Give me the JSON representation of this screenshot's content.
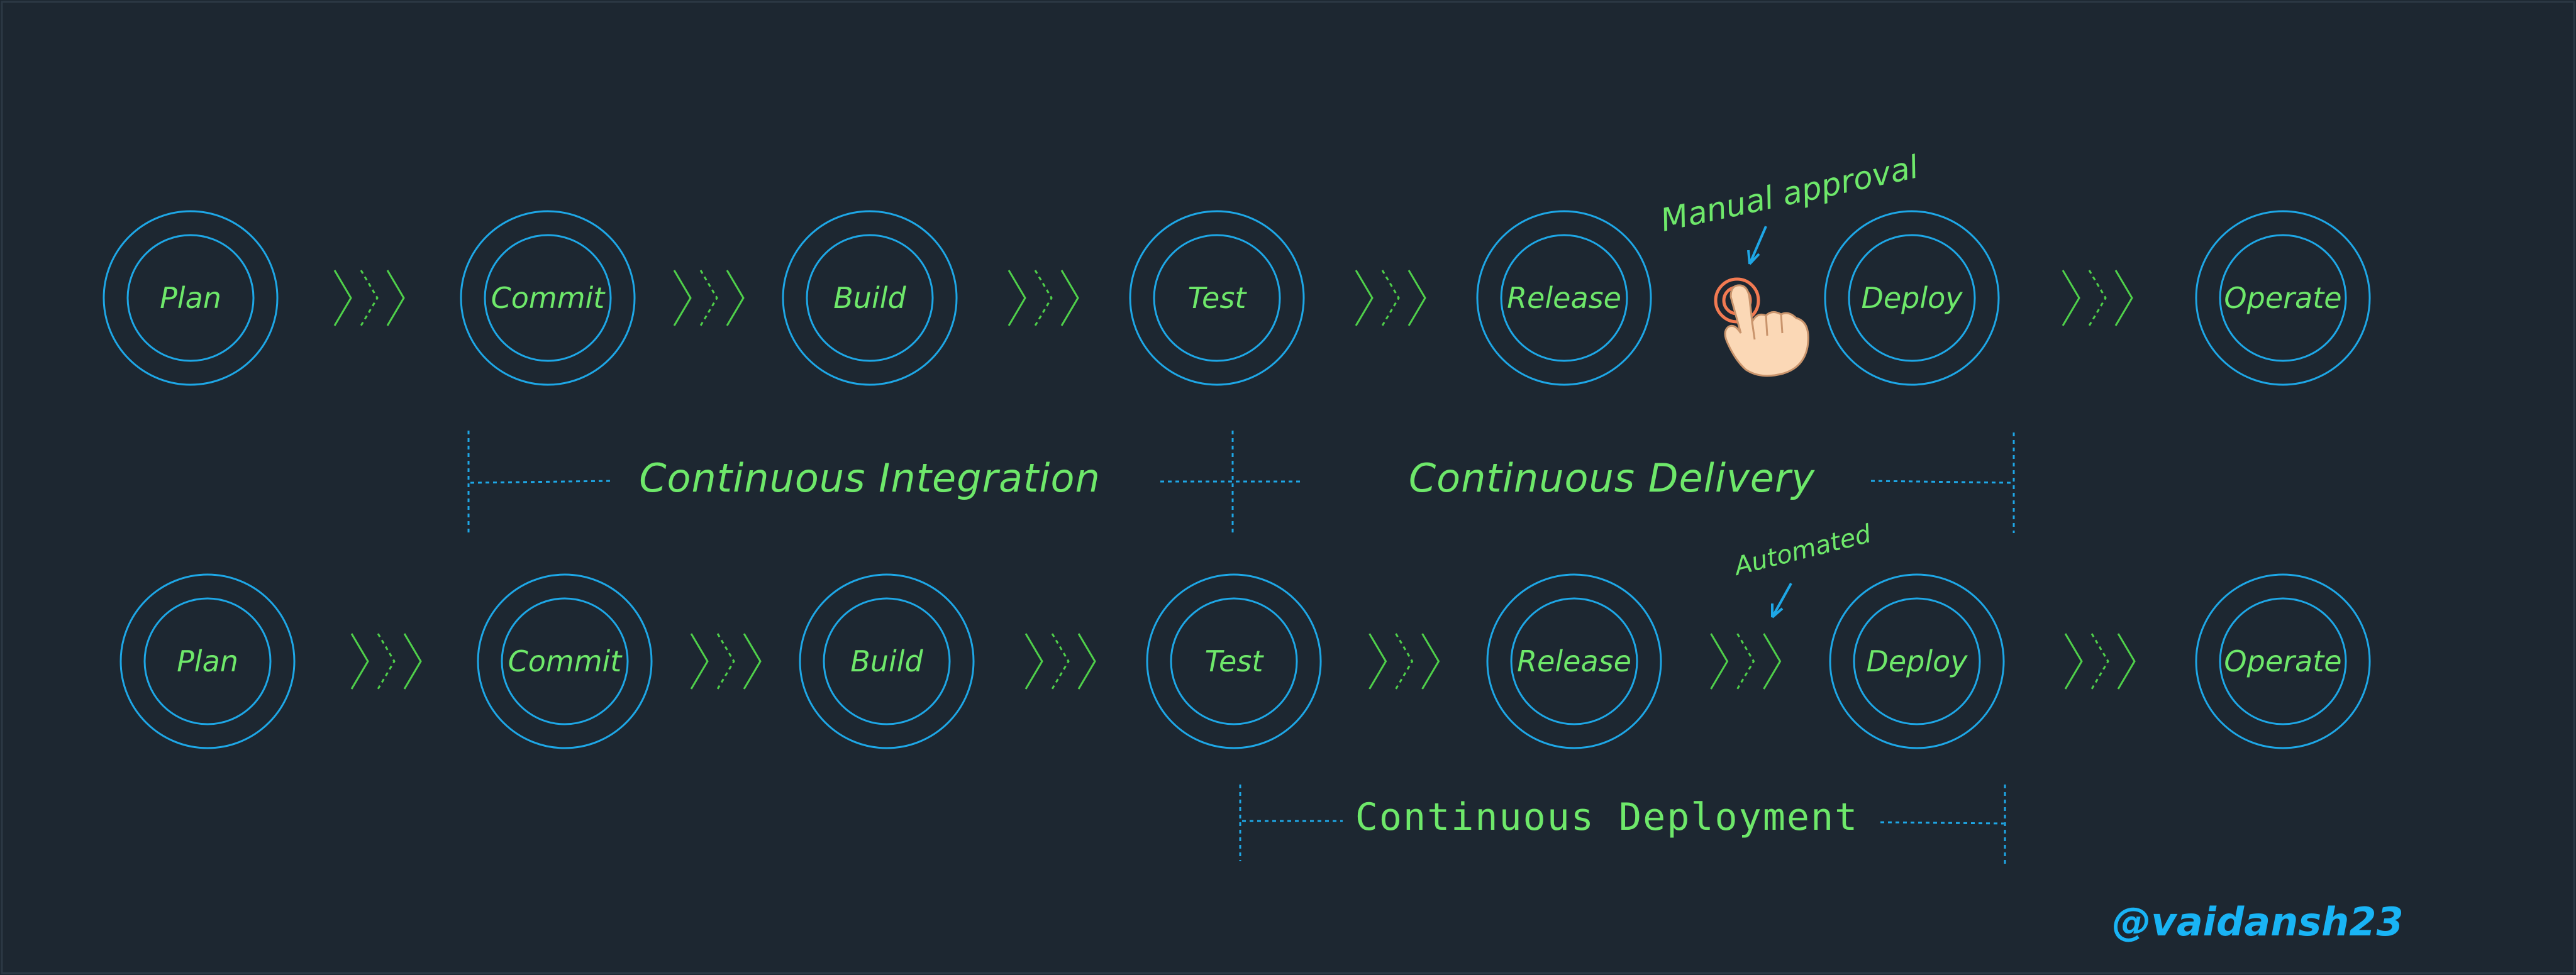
{
  "colors": {
    "background": "#1d2731",
    "ring": "#1ea7e6",
    "text": "#6ee86a",
    "arrow": "#4fd04a",
    "handle": "#19b4f5",
    "approval": "#f27a52"
  },
  "rows": [
    {
      "id": "delivery-row",
      "stages": [
        "Plan",
        "Commit",
        "Build",
        "Test",
        "Release",
        "Deploy",
        "Operate"
      ],
      "connectors": [
        "arrows",
        "arrows",
        "arrows",
        "arrows",
        "manual",
        "arrows"
      ]
    },
    {
      "id": "deployment-row",
      "stages": [
        "Plan",
        "Commit",
        "Build",
        "Test",
        "Release",
        "Deploy",
        "Operate"
      ],
      "connectors": [
        "arrows",
        "arrows",
        "arrows",
        "arrows",
        "automated",
        "arrows"
      ]
    }
  ],
  "labels": {
    "manual_approval": "Manual approval",
    "automated": "Automated",
    "continuous_integration": "Continuous Integration",
    "continuous_delivery": "Continuous Delivery",
    "continuous_deployment": "Continuous Deployment",
    "handle": "@vaidansh23"
  },
  "icons": {
    "manual_gate": "hand-pointer-icon"
  }
}
